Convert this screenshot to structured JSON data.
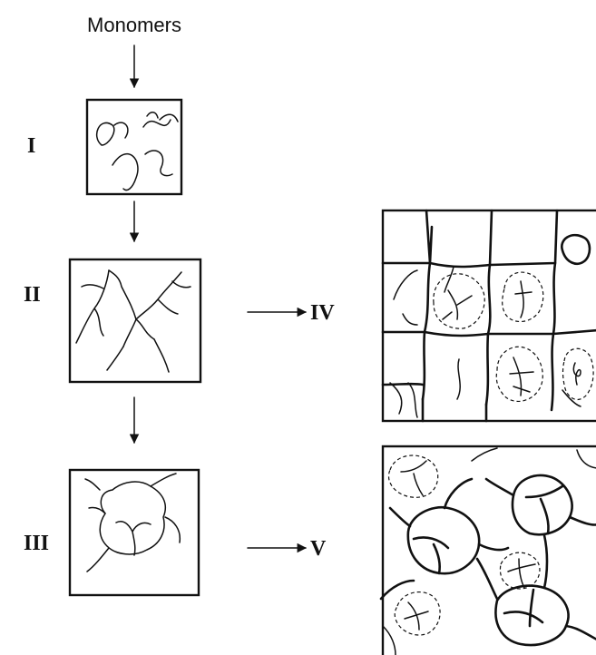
{
  "title": "Monomers",
  "stages": [
    {
      "id": "I",
      "label": "I"
    },
    {
      "id": "II",
      "label": "II"
    },
    {
      "id": "III",
      "label": "III"
    }
  ],
  "outcomes": [
    {
      "id": "IV",
      "label": "IV"
    },
    {
      "id": "V",
      "label": "V"
    }
  ]
}
